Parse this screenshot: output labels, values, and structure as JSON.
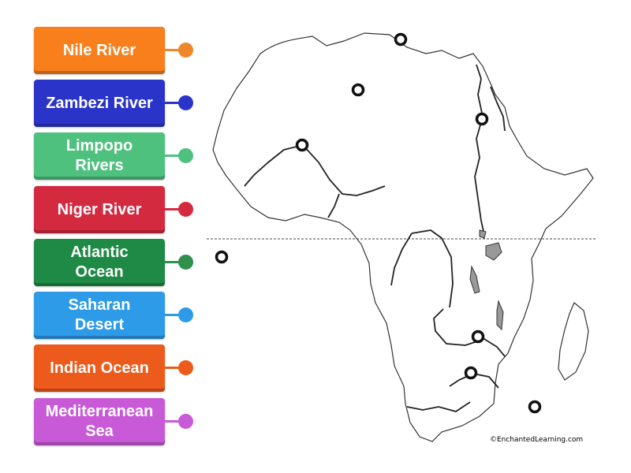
{
  "labels": [
    {
      "text": "Nile River",
      "color": "#f97f1d",
      "pin": "#f0862a"
    },
    {
      "text": "Zambezi River",
      "color": "#2b34c8",
      "pin": "#2b34c8"
    },
    {
      "text": "Limpopo\nRivers",
      "color": "#4fc17f",
      "pin": "#4fc17f"
    },
    {
      "text": "Niger River",
      "color": "#d42a40",
      "pin": "#d42a40"
    },
    {
      "text": "Atlantic\nOcean",
      "color": "#1f8a45",
      "pin": "#2f8f4d"
    },
    {
      "text": "Saharan\nDesert",
      "color": "#2e9be8",
      "pin": "#2e9be8"
    },
    {
      "text": "Indian Ocean",
      "color": "#ec5a1c",
      "pin": "#ec5a1c"
    },
    {
      "text": "Mediterranean\nSea",
      "color": "#c85ad8",
      "pin": "#c85ad8"
    }
  ],
  "map": {
    "credit": "©EnchantedLearning.com"
  }
}
